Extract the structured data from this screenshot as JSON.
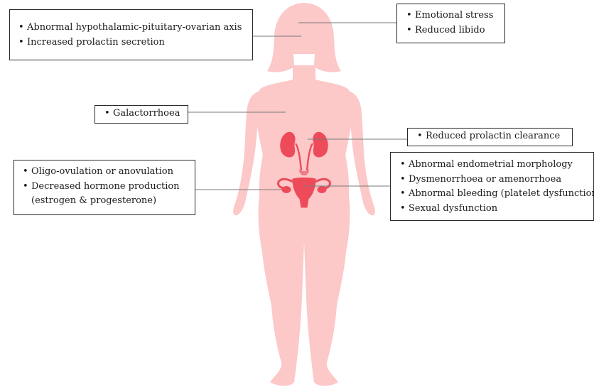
{
  "colors": {
    "body_silhouette": "#fcc8c8",
    "organ_red": "#ee4b5a",
    "leader_line": "#7a7a7a",
    "box_border": "#2a2a2a"
  },
  "boxes": {
    "hpo": {
      "items": [
        "Abnormal hypothalamic-pituitary-ovarian axis",
        "Increased prolactin secretion"
      ]
    },
    "brain": {
      "items": [
        "Emotional stress",
        "Reduced libido"
      ]
    },
    "galactorrhoea": {
      "items": [
        "Galactorrhoea"
      ]
    },
    "kidney": {
      "items": [
        "Reduced prolactin clearance"
      ]
    },
    "ovary": {
      "items": [
        "Oligo-ovulation or anovulation",
        "Decreased hormone production"
      ],
      "continuation": "(estrogen & progesterone)"
    },
    "uterus": {
      "items": [
        "Abnormal endometrial morphology",
        "Dysmenorrhoea or amenorrhoea",
        "Abnormal bleeding (platelet dysfunction)",
        "Sexual dysfunction"
      ]
    }
  }
}
